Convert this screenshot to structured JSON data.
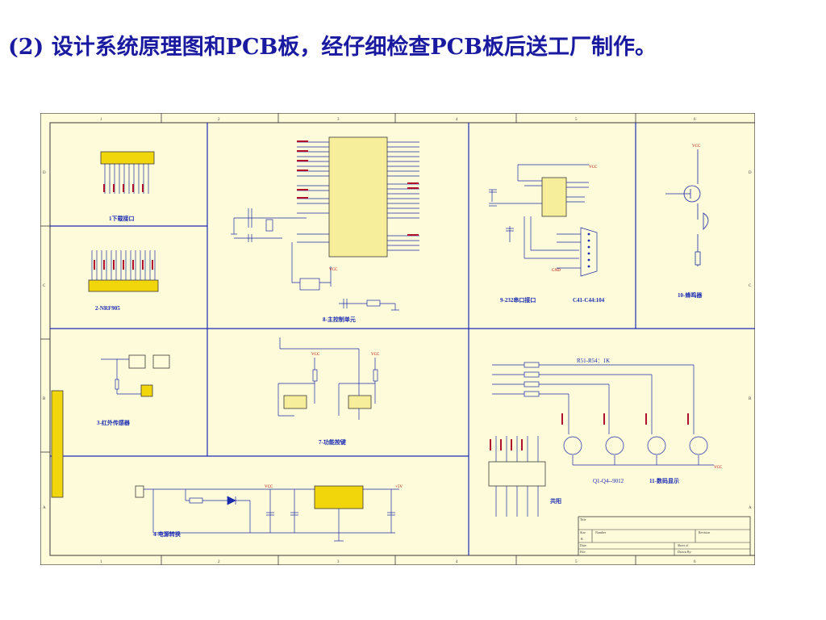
{
  "slide": {
    "title": "(2) 设计系统原理图和PCB板，经仔细检查PCB板后送工厂制作。"
  },
  "sheet_colors": {
    "background": "#fdfbd9",
    "border": "#3a3a3a",
    "blue_line": "#1b2bb4",
    "wire": "#1a2aa8",
    "label_red": "#b0102c",
    "component_yellow": "#f0d60a",
    "ic_fill": "#f7ee9c",
    "net_label": "#b00000"
  },
  "sections": {
    "download_port": "1下载接口",
    "nrf905": "2-NRF905",
    "infrared": "3-红外传感器",
    "power_conversion": "4-电源转换",
    "rs232": "9-232串口接口",
    "rs232_caps": "C41-C44:104",
    "buzzer": "10-蜂鸣器",
    "mcu": "8-主控制单元",
    "keys": "7-功能按键",
    "display": "11-数码显示",
    "resistor_note": "R51-R54：1K",
    "transistor_note": "Q1-Q4--9012",
    "common_anode": "共阳"
  },
  "title_block": {
    "title_label": "Title",
    "size_label": "Size",
    "size_value": "B",
    "number_label": "Number",
    "revision_label": "Revision",
    "date_label": "Date:",
    "sheet_label": "Sheet   of",
    "file_label": "File:",
    "drawn_label": "Drawn By:"
  },
  "border_marks": {
    "columns": [
      "1",
      "2",
      "3",
      "4",
      "5",
      "6"
    ],
    "rows": [
      "A",
      "B",
      "C",
      "D"
    ]
  },
  "net_labels": {
    "vcc": "VCC",
    "gnd": "GND",
    "plus5v": "+5V"
  }
}
